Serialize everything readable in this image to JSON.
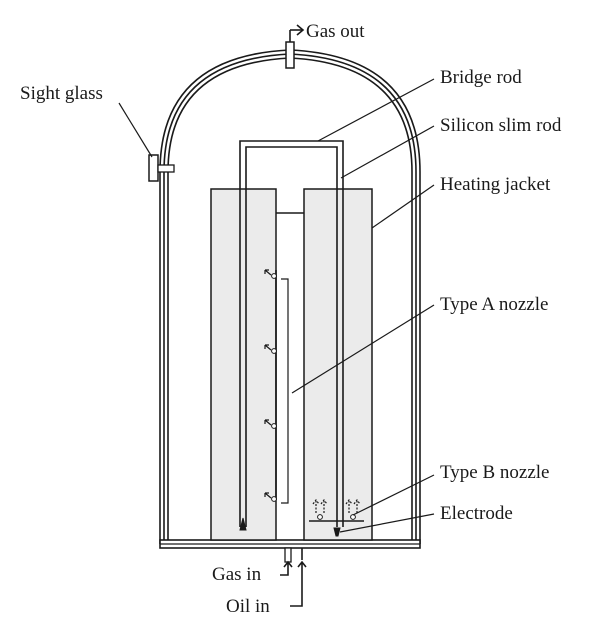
{
  "labels": {
    "gas_out": "Gas out",
    "sight_glass": "Sight glass",
    "bridge_rod": "Bridge rod",
    "silicon_slim_rod": "Silicon slim rod",
    "heating_jacket": "Heating jacket",
    "type_a_nozzle": "Type A nozzle",
    "type_b_nozzle": "Type B nozzle",
    "electrode": "Electrode",
    "gas_in": "Gas in",
    "oil_in": "Oil in"
  },
  "colors": {
    "line": "#1a1a1a",
    "panel_fill": "#ebebeb",
    "background": "#ffffff"
  }
}
